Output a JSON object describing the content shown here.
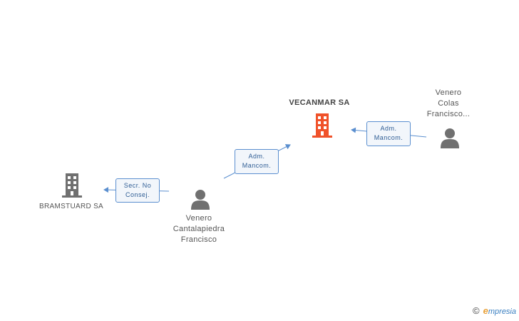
{
  "companies": [
    {
      "id": "vecanmar",
      "name": "VECANMAR SA",
      "color": "#f0522a"
    },
    {
      "id": "bramstuard",
      "name": "BRAMSTUARD SA",
      "color": "#707070"
    }
  ],
  "persons": [
    {
      "id": "colas",
      "lines": [
        "Venero",
        "Colas",
        "Francisco..."
      ]
    },
    {
      "id": "cantalapiedra",
      "lines": [
        "Venero",
        "Cantalapiedra",
        "Francisco"
      ]
    }
  ],
  "roles": [
    {
      "id": "colas-vecanmar",
      "lines": [
        "Adm.",
        "Mancom."
      ]
    },
    {
      "id": "cantalapiedra-vecanmar",
      "lines": [
        "Adm.",
        "Mancom."
      ]
    },
    {
      "id": "cantalapiedra-bramstuard",
      "lines": [
        "Secr.  No",
        "Consej."
      ]
    }
  ],
  "colors": {
    "edge": "#5b8fcf",
    "person": "#707070"
  },
  "brand": {
    "copyright": "©",
    "name_initial": "e",
    "name_rest": "mpresia"
  }
}
